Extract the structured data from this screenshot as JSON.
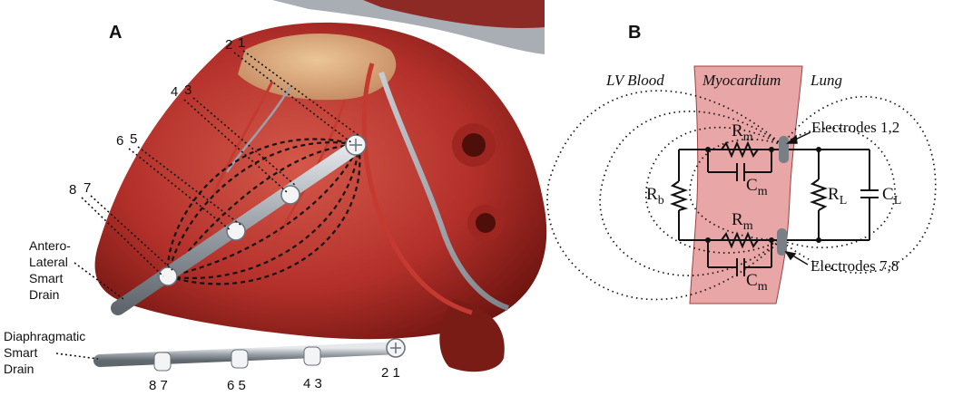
{
  "panels": {
    "a": "A",
    "b": "B"
  },
  "panel_a": {
    "top_electrode_numbers": [
      "1",
      "2",
      "3",
      "4",
      "5",
      "6",
      "7",
      "8"
    ],
    "bottom_electrode_numbers": [
      "8 7",
      "6 5",
      "4 3",
      "2 1"
    ],
    "antero_lateral": [
      "Antero-",
      "Lateral",
      "Smart",
      "Drain"
    ],
    "diaphragmatic": [
      "Diaphragmatic",
      "Smart",
      "Drain"
    ]
  },
  "panel_b": {
    "regions": {
      "blood": "LV Blood",
      "myocardium": "Myocardium",
      "lung": "Lung"
    },
    "components": {
      "rm_top": {
        "base": "R",
        "sub": "m"
      },
      "cm_top": {
        "base": "C",
        "sub": "m"
      },
      "rb": {
        "base": "R",
        "sub": "b"
      },
      "rl": {
        "base": "R",
        "sub": "L"
      },
      "cl": {
        "base": "C",
        "sub": "L"
      },
      "rm_bottom": {
        "base": "R",
        "sub": "m"
      },
      "cm_bottom": {
        "base": "C",
        "sub": "m"
      }
    },
    "electrodes_top": "Electrodes 1,2",
    "electrodes_bottom": "Electrodes 7,8"
  },
  "colors": {
    "heart": "#b8312a",
    "myocardium_band": "#e8a6a6",
    "drain": "#9aa1a8"
  }
}
